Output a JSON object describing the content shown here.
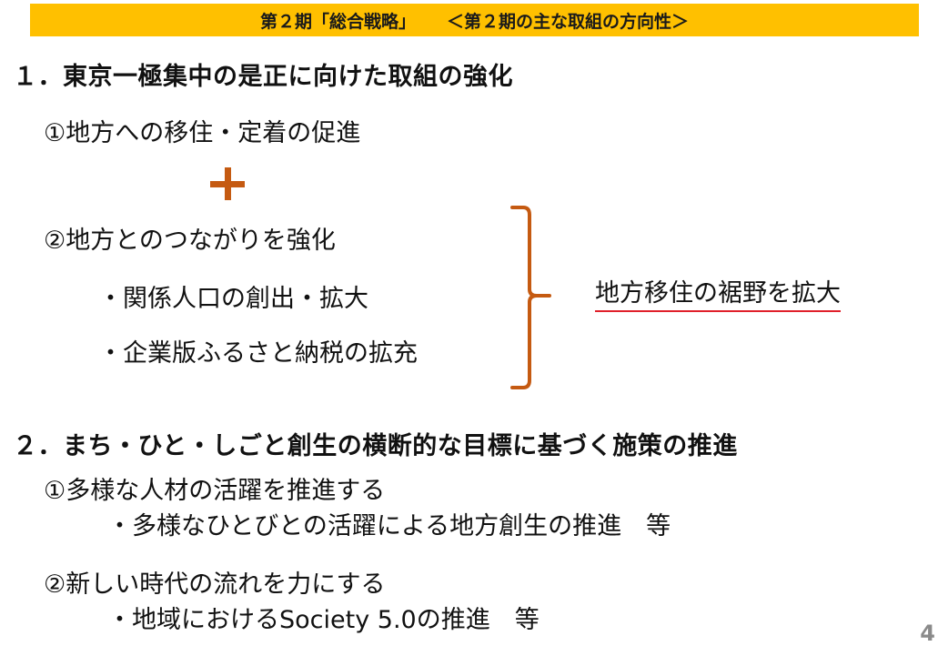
{
  "header": {
    "left": "第２期「総合戦略」",
    "right": "＜第２期の主な取組の方向性＞",
    "bg_color": "#FFC000"
  },
  "section1": {
    "title": "１．東京一極集中の是正に向けた取組の強化",
    "item1": "①地方への移住・定着の促進",
    "plus_icon": "+",
    "item2": "②地方とのつながりを強化",
    "bullets": [
      "・関係人口の創出・拡大",
      "・企業版ふるさと納税の拡充"
    ],
    "result": "地方移住の裾野を拡大",
    "accent_color": "#C55A11",
    "underline_color": "#E0202A"
  },
  "section2": {
    "title": "２．まち・ひと・しごと創生の横断的な目標に基づく施策の推進",
    "items": [
      {
        "label": "①多様な人材の活躍を推進する",
        "bullet": "・多様なひとびとの活躍による地方創生の推進　等"
      },
      {
        "label": "②新しい時代の流れを力にする",
        "bullet": "・地域におけるSociety 5.0の推進　等"
      }
    ]
  },
  "page_number": "4"
}
